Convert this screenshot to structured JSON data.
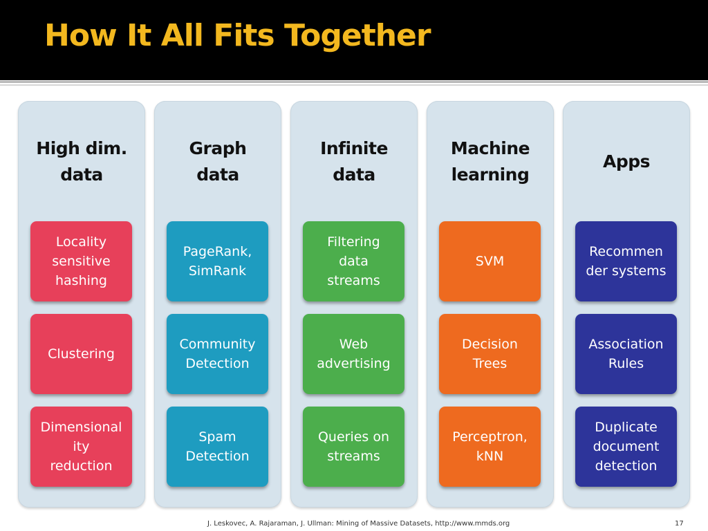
{
  "slide": {
    "title": "How It All Fits Together",
    "footer": "J. Leskovec, A. Rajaraman, J. Ullman: Mining of Massive Datasets, http://www.mmds.org",
    "page_number": "17"
  },
  "columns": [
    {
      "heading": "High dim.\ndata",
      "color": "#e7405a",
      "items": [
        "Locality\nsensitive\nhashing",
        "Clustering",
        "Dimensional\nity\nreduction"
      ]
    },
    {
      "heading": "Graph\ndata",
      "color": "#1e9cc0",
      "items": [
        "PageRank,\nSimRank",
        "Community\nDetection",
        "Spam\nDetection"
      ]
    },
    {
      "heading": "Infinite\ndata",
      "color": "#4cae4c",
      "items": [
        "Filtering\ndata\nstreams",
        "Web\nadvertising",
        "Queries on\nstreams"
      ]
    },
    {
      "heading": "Machine\nlearning",
      "color": "#ee6a1f",
      "items": [
        "SVM",
        "Decision\nTrees",
        "Perceptron,\nkNN"
      ]
    },
    {
      "heading": "Apps",
      "color": "#2d349a",
      "items": [
        "Recommen\nder systems",
        "Association\nRules",
        "Duplicate\ndocument\ndetection"
      ]
    }
  ]
}
